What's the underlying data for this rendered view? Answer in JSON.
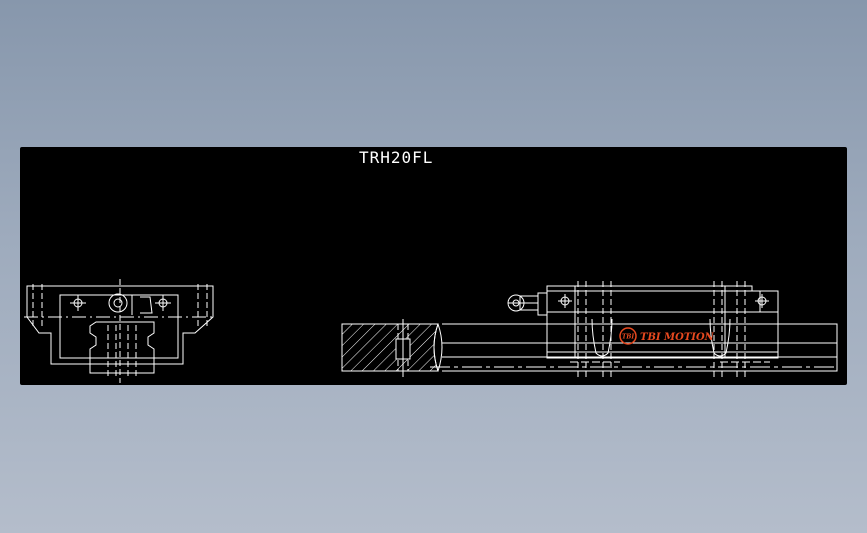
{
  "drawing": {
    "title": "TRH20FL",
    "logo_badge": "TBI",
    "logo_text": "TBI MOTION"
  },
  "colors": {
    "background_top": "#8797ac",
    "background_bottom": "#b4bdcb",
    "viewport": "#000000",
    "line": "#ffffff",
    "logo": "#e8491f"
  }
}
